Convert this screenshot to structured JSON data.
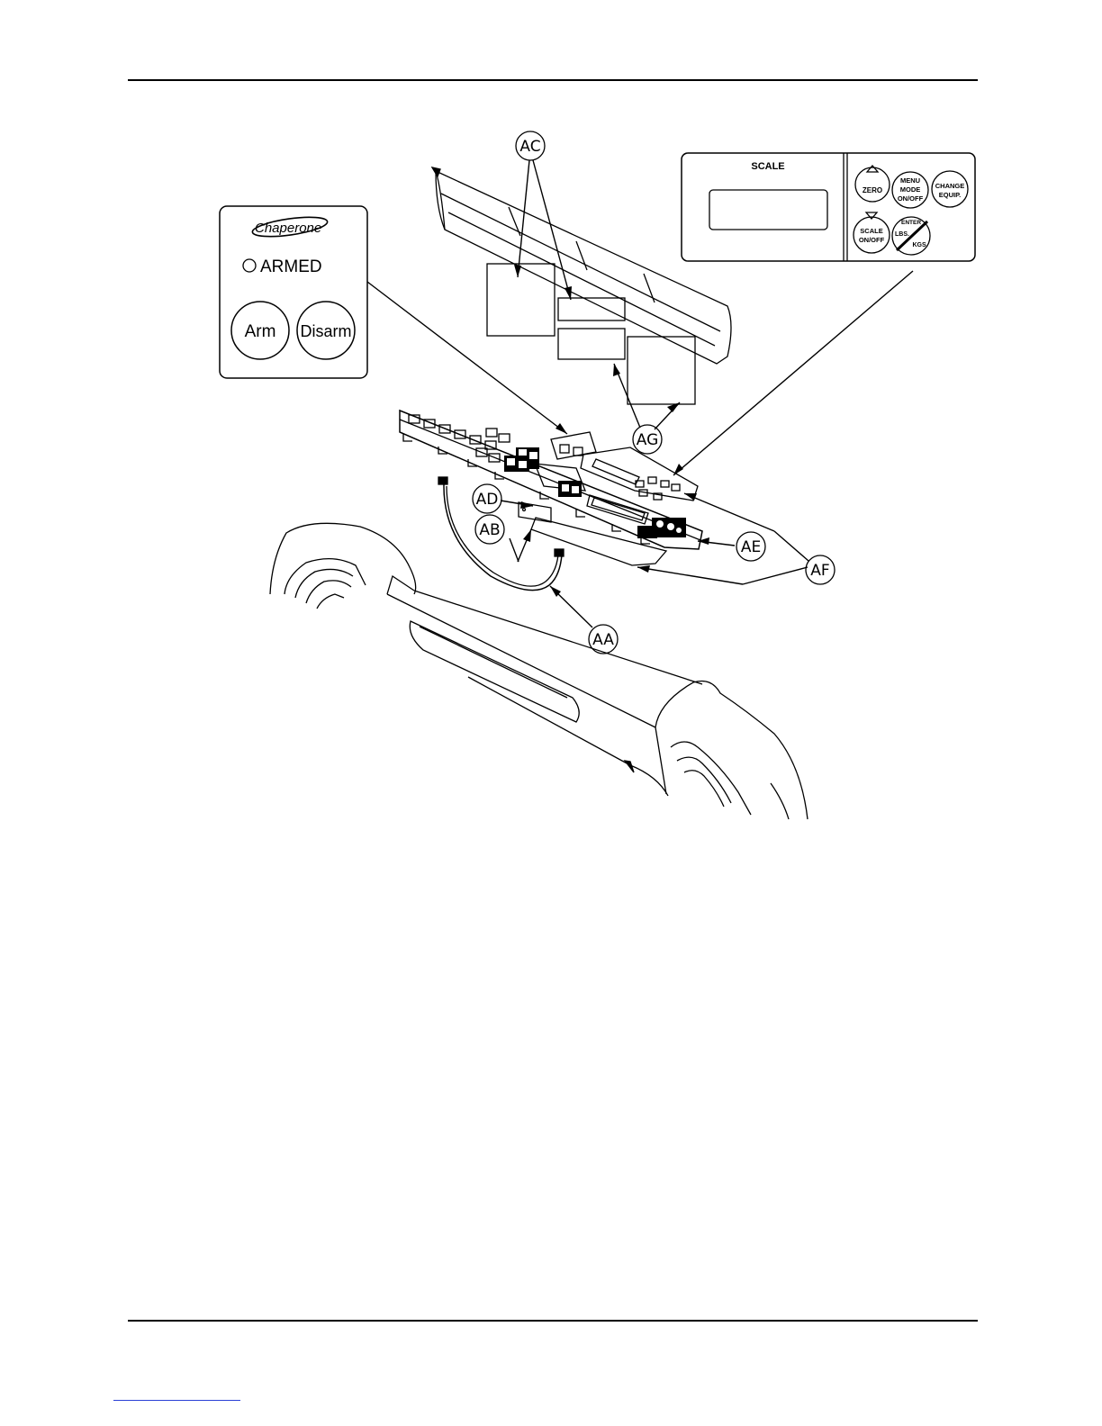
{
  "callouts": {
    "ac": "AC",
    "ag": "AG",
    "ad": "AD",
    "ab": "AB",
    "ae": "AE",
    "af": "AF",
    "aa": "AA"
  },
  "alarm_panel": {
    "logo": "Chaperone",
    "armed_label": "ARMED",
    "arm_button": "Arm",
    "disarm_button": "Disarm"
  },
  "scale_panel": {
    "title": "SCALE",
    "zero": "ZERO",
    "menu_mode": [
      "MENU",
      "MODE",
      "ON/OFF"
    ],
    "change_equip": [
      "CHANGE",
      "EQUIP."
    ],
    "scale_onoff": [
      "SCALE",
      "ON/OFF"
    ],
    "enter": "ENTER",
    "lbs": "LBS.",
    "kgs": "KGS."
  },
  "colors": {
    "line": "#000000",
    "link": "#2a3fd6"
  }
}
